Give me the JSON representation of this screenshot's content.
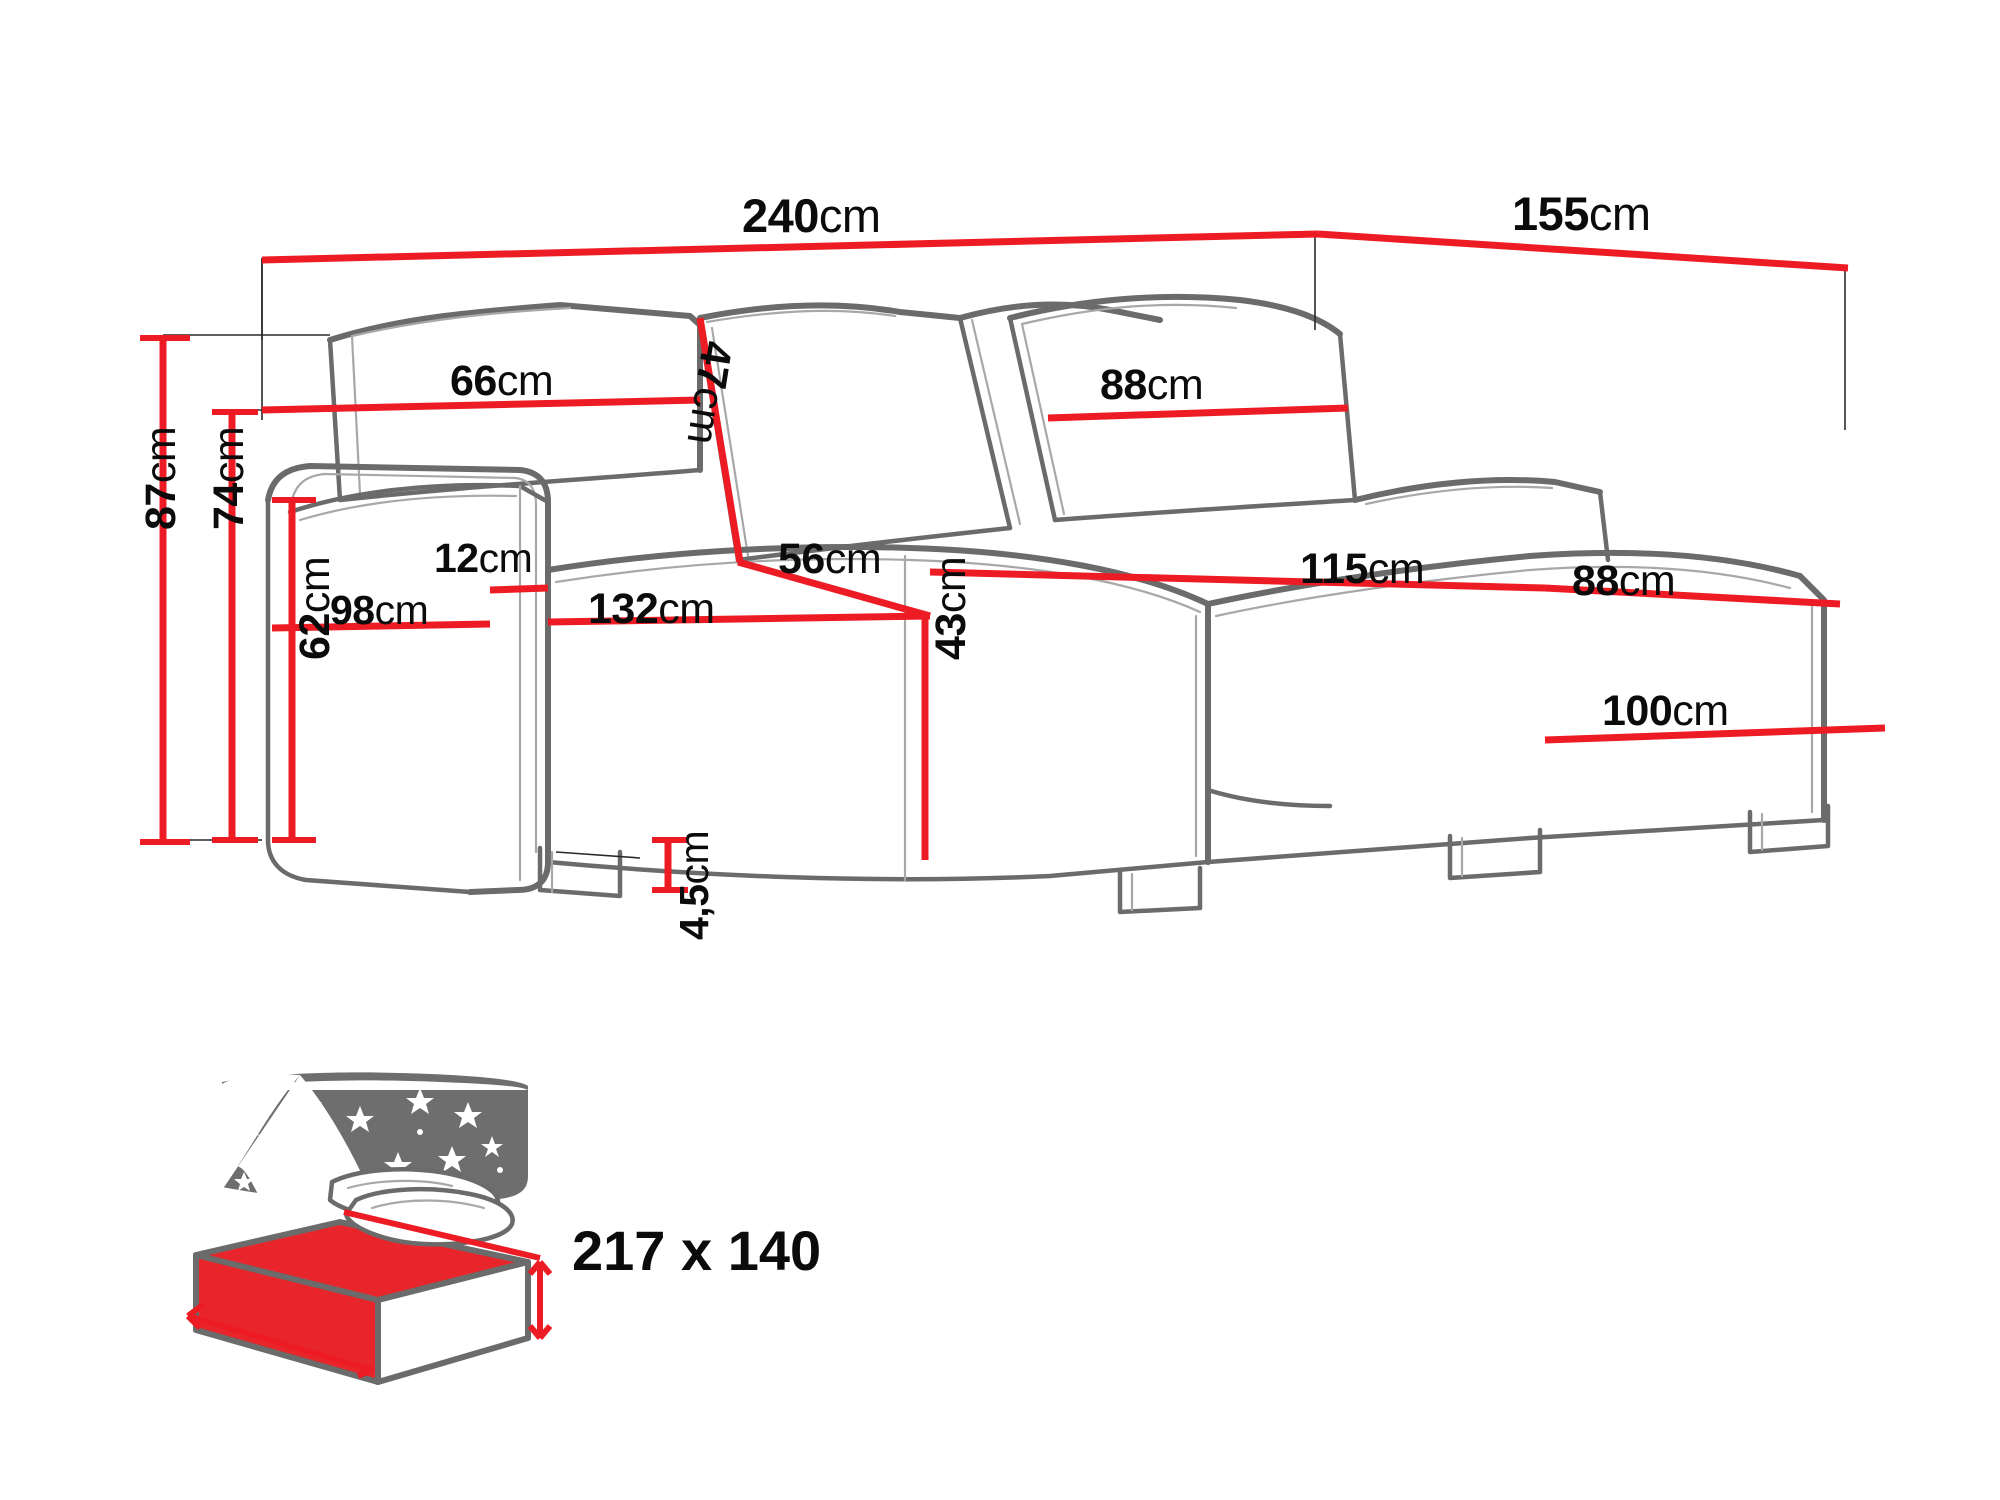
{
  "diagram": {
    "title": "Corner sofa bed dimension drawing",
    "units": "cm",
    "colors": {
      "dimension_line": "#ed1c24",
      "outline_dark": "#6b6b6b",
      "outline_light": "#9a9a9a",
      "text": "#0b0b0b",
      "mattress_red": "#e8252a",
      "blanket_gray": "#6e6e6e"
    }
  },
  "dimensions": {
    "total_width": {
      "value": "240",
      "unit": "cm",
      "name": "overall-width"
    },
    "total_depth": {
      "value": "155",
      "unit": "cm",
      "name": "overall-depth"
    },
    "backrest_cushion_left": {
      "value": "66",
      "unit": "cm",
      "name": "left-back-cushion-width"
    },
    "backrest_cushion_height": {
      "value": "47",
      "unit": "cm",
      "name": "back-cushion-height"
    },
    "backrest_cushion_right": {
      "value": "88",
      "unit": "cm",
      "name": "right-back-cushion-width"
    },
    "armrest_width": {
      "value": "12",
      "unit": "cm",
      "name": "armrest-width"
    },
    "armrest_depth": {
      "value": "98",
      "unit": "cm",
      "name": "armrest-depth"
    },
    "seat_width": {
      "value": "132",
      "unit": "cm",
      "name": "seat-width"
    },
    "seat_depth": {
      "value": "56",
      "unit": "cm",
      "name": "seat-depth"
    },
    "chaise_length": {
      "value": "115",
      "unit": "cm",
      "name": "chaise-length"
    },
    "chaise_width": {
      "value": "88",
      "unit": "cm",
      "name": "chaise-width"
    },
    "chaise_front_width": {
      "value": "100",
      "unit": "cm",
      "name": "chaise-front-width"
    },
    "total_height": {
      "value": "87",
      "unit": "cm",
      "name": "overall-height"
    },
    "backrest_height": {
      "value": "74",
      "unit": "cm",
      "name": "backrest-height"
    },
    "armrest_height": {
      "value": "62",
      "unit": "cm",
      "name": "armrest-height"
    },
    "seat_height": {
      "value": "43",
      "unit": "cm",
      "name": "seat-height"
    },
    "leg_height": {
      "value": "4,5",
      "unit": "cm",
      "name": "leg-height"
    }
  },
  "sleeping_area": {
    "label": "217 x 140",
    "icon": "bed-with-blanket-and-pillows-icon"
  }
}
